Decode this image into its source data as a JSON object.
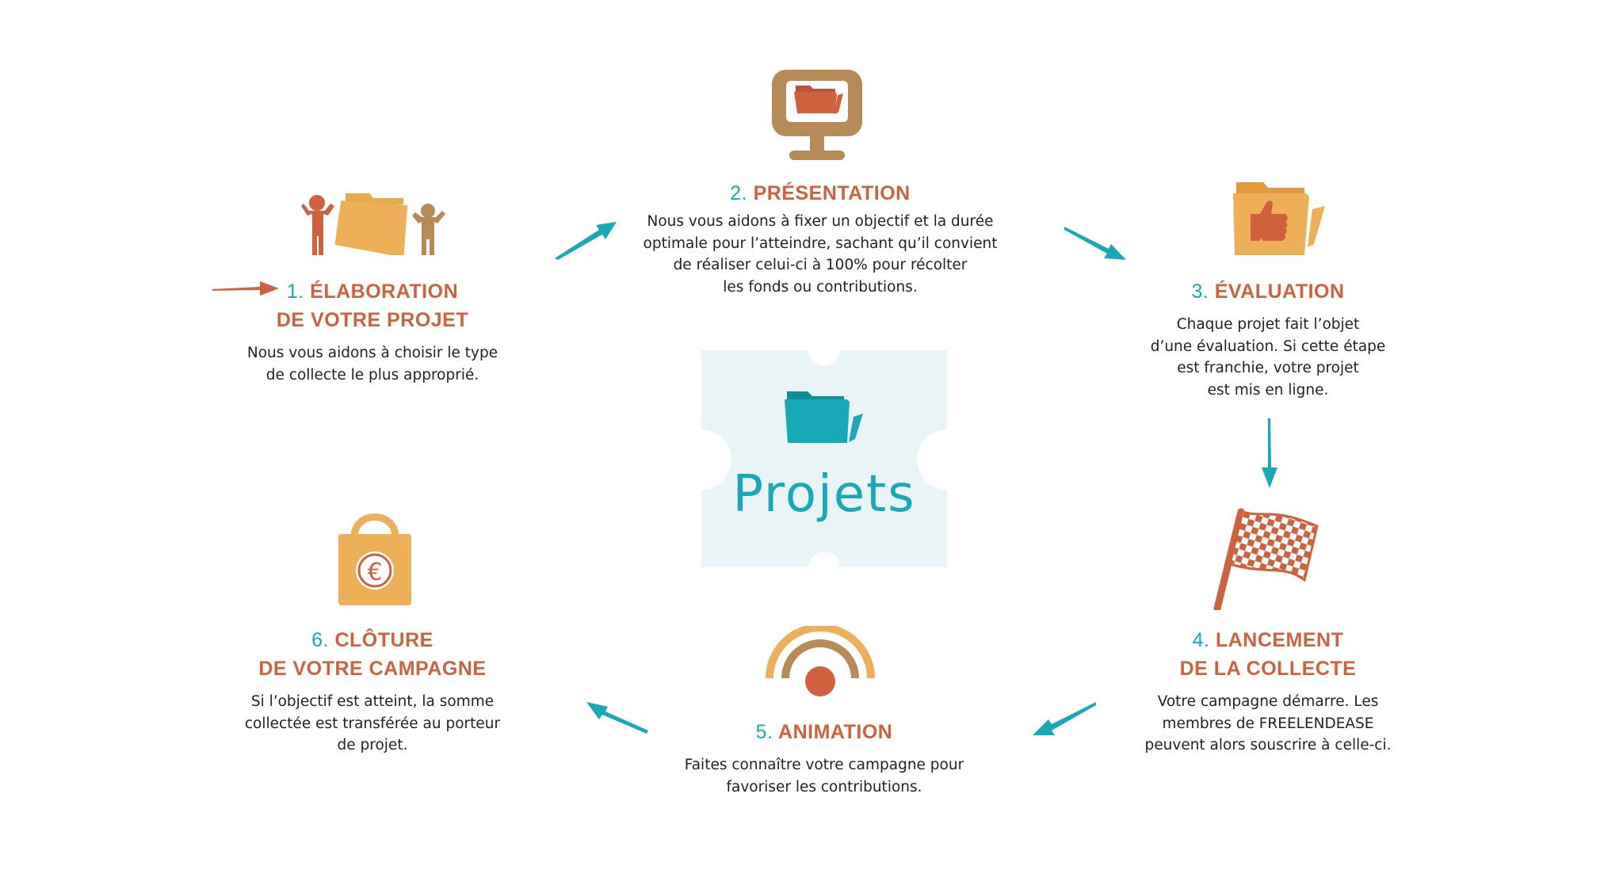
{
  "center": {
    "title": "Projets"
  },
  "steps": [
    {
      "num": "1.",
      "title_line1": "ÉLABORATION",
      "title_line2": "DE VOTRE PROJET",
      "desc": "Nous vous aidons à choisir le type\nde collecte le plus approprié."
    },
    {
      "num": "2.",
      "title_line1": "PRÉSENTATION",
      "title_line2": "",
      "desc": "Nous vous aidons à fixer un objectif et la durée\noptimale pour l’atteindre, sachant qu’il convient\nde réaliser celui-ci à 100% pour récolter\nles fonds ou contributions."
    },
    {
      "num": "3.",
      "title_line1": "ÉVALUATION",
      "title_line2": "",
      "desc": "Chaque projet fait l’objet\nd’une évaluation. Si cette étape\nest franchie, votre projet\nest mis en ligne."
    },
    {
      "num": "4.",
      "title_line1": "LANCEMENT",
      "title_line2": "DE LA COLLECTE",
      "desc": "Votre campagne démarre. Les\nmembres de FREELENDEASE\npeuvent alors souscrire à celle-ci."
    },
    {
      "num": "5.",
      "title_line1": "ANIMATION",
      "title_line2": "",
      "desc": "Faites connaître votre campagne pour\nfavoriser les contributions."
    },
    {
      "num": "6.",
      "title_line1": "CLÔTURE",
      "title_line2": "DE VOTRE CAMPAGNE",
      "desc": "Si l’objectif est atteint, la somme\ncollectée est transférée au porteur\nde projet."
    }
  ],
  "colors": {
    "orange": "#d0613f",
    "teal": "#17a9b8",
    "gold": "#edaf57",
    "brown": "#b88a55",
    "panel": "#e8f4f6"
  },
  "icons": [
    "people-folder-icon",
    "monitor-folder-icon",
    "thumbs-up-folder-icon",
    "checkered-flag-icon",
    "broadcast-icon",
    "euro-bag-icon",
    "folder-icon"
  ]
}
